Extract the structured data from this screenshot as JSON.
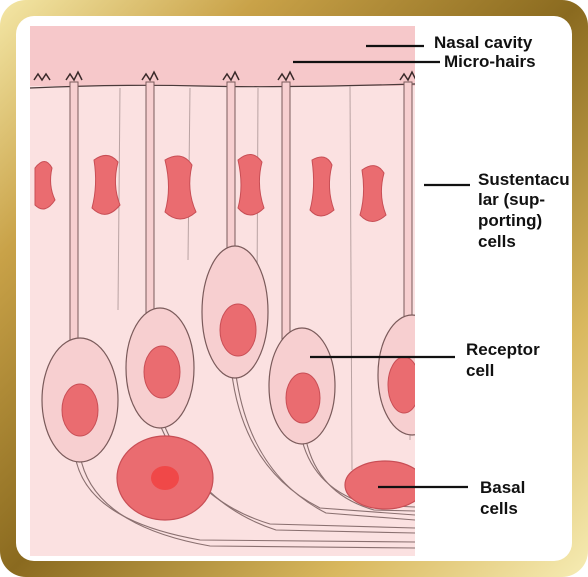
{
  "labels": {
    "nasal_cavity": "Nasal cavity",
    "micro_hairs": "Micro-hairs",
    "sustentacular_line1": "Sustentacu",
    "sustentacular_line2": "lar (sup-",
    "sustentacular_line3": "porting)",
    "sustentacular_line4": "cells",
    "receptor_line1": "Receptor",
    "receptor_line2": "cell",
    "basal_line1": "Basal",
    "basal_line2": "cells"
  },
  "colors": {
    "frame_gold": "#c9a248",
    "tissue_background": "#fbe1e1",
    "nasal_cavity_zone": "#f6c8ca",
    "cell_nucleus": "#ea6c70",
    "receptor_cell_body": "#f7cfd0"
  }
}
